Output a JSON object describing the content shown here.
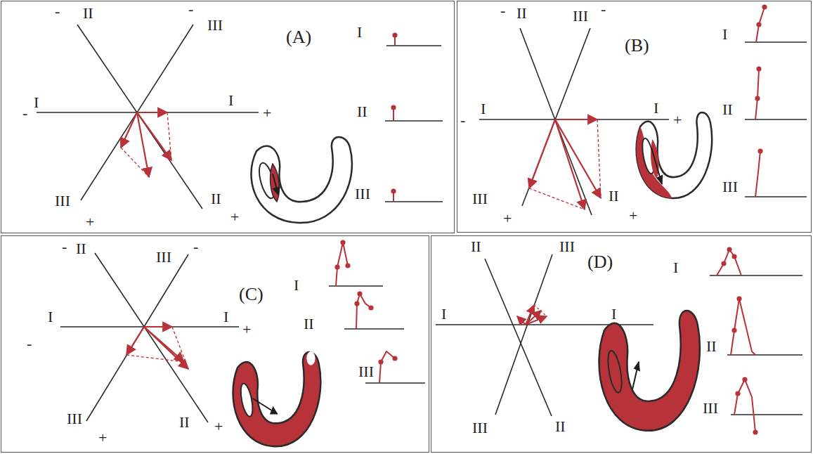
{
  "diagram": {
    "nodes": [
      {
        "text": [
          "(A)"
        ]
      },
      {
        "text": [
          "(B)"
        ]
      },
      {
        "text": [
          "(C)"
        ]
      },
      {
        "text": [
          "(D)"
        ]
      }
    ],
    "labels": [
      "-",
      "II",
      "-",
      "III",
      "-",
      "I",
      "I",
      "+",
      "III",
      "+",
      "II",
      "+",
      "I",
      "II",
      "III",
      "-",
      "II",
      "III",
      "-",
      "-",
      "I",
      "I",
      "+",
      "III",
      "+",
      "II",
      "+",
      "I",
      "II",
      "III",
      "-",
      "II",
      "-",
      "III",
      "-",
      "I",
      "I",
      "+",
      "III",
      "+",
      "II",
      "+",
      "I",
      "II",
      "III",
      "II",
      "III",
      "I",
      "I",
      "III",
      "II",
      "I",
      "II",
      "III"
    ]
  }
}
